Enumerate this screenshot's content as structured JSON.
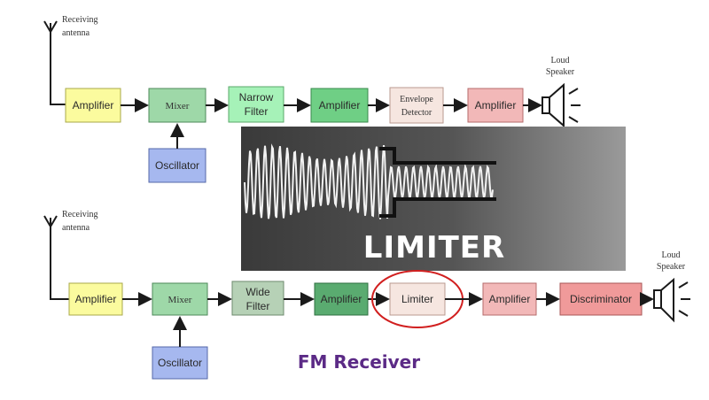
{
  "diagram": {
    "caption": "FM Receiver",
    "overlay_title": "LIMITER",
    "colors": {
      "yellow": "#fbfb9e",
      "green": "#9ed8a8",
      "light_green": "#a6f2b8",
      "dark_green": "#5aab70",
      "gray_green": "#b6d1b6",
      "pink": "#f2b8b8",
      "light_pink": "#f6e6e0",
      "blue": "#a6b8ef",
      "red_circle": "#d11f1f"
    },
    "top_chain": {
      "antenna_label_1": "Receiving",
      "antenna_label_2": "antenna",
      "amplifier1": "Amplifier",
      "mixer": "Mixer",
      "narrow_filter_1": "Narrow",
      "narrow_filter_2": "Filter",
      "amplifier2": "Amplifier",
      "envelope_1": "Envelope",
      "envelope_2": "Detector",
      "amplifier3": "Amplifier",
      "oscillator": "Oscillator",
      "speaker_label_1": "Loud",
      "speaker_label_2": "Speaker"
    },
    "bottom_chain": {
      "antenna_label_1": "Receiving",
      "antenna_label_2": "antenna",
      "amplifier1": "Amplifier",
      "mixer": "Mixer",
      "wide_filter_1": "Wide",
      "wide_filter_2": "Filter",
      "amplifier2": "Amplifier",
      "limiter": "Limiter",
      "amplifier3": "Amplifier",
      "discriminator": "Discriminator",
      "oscillator": "Oscillator",
      "speaker_label_1": "Loud",
      "speaker_label_2": "Speaker"
    }
  }
}
